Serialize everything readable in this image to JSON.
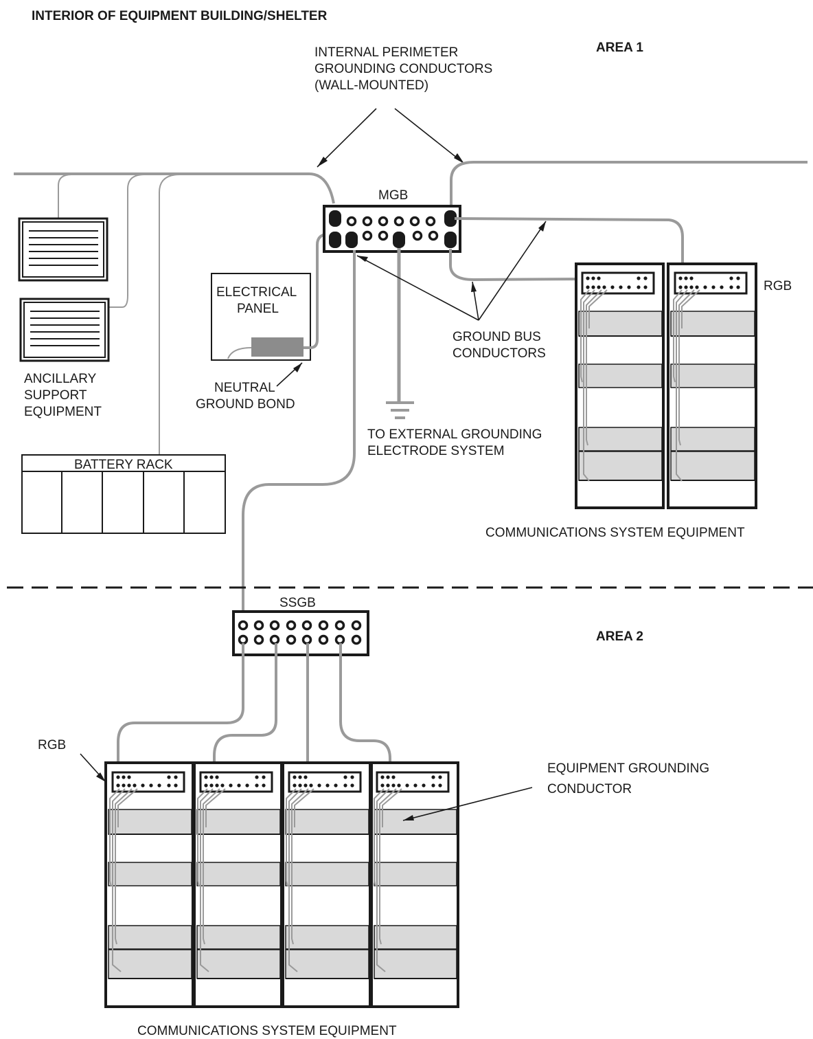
{
  "labels": {
    "title": "INTERIOR OF EQUIPMENT BUILDING/SHELTER",
    "area1": "AREA 1",
    "area2": "AREA 2",
    "internal_perimeter_1": "INTERNAL PERIMETER",
    "internal_perimeter_2": "GROUNDING CONDUCTORS",
    "internal_perimeter_3": "(WALL-MOUNTED)",
    "mgb": "MGB",
    "rgb_top": "RGB",
    "rgb_bottom": "RGB",
    "electrical_panel_1": "ELECTRICAL",
    "electrical_panel_2": "PANEL",
    "neutral_1": "NEUTRAL",
    "neutral_2": "GROUND BOND",
    "ancillary_1": "ANCILLARY",
    "ancillary_2": "SUPPORT",
    "ancillary_3": "EQUIPMENT",
    "battery_rack": "BATTERY RACK",
    "ground_bus_1": "GROUND BUS",
    "ground_bus_2": "CONDUCTORS",
    "external_1": "TO EXTERNAL GROUNDING",
    "external_2": "ELECTRODE SYSTEM",
    "comm_top": "COMMUNICATIONS SYSTEM EQUIPMENT",
    "ssgb": "SSGB",
    "egc_1": "EQUIPMENT GROUNDING",
    "egc_2": "CONDUCTOR",
    "comm_bottom": "COMMUNICATIONS SYSTEM EQUIPMENT"
  },
  "colors": {
    "conductor": "#9a9a9a",
    "line": "#1a1a1a",
    "shelf": "#d9d9d9",
    "bond": "#8c8c8c"
  }
}
